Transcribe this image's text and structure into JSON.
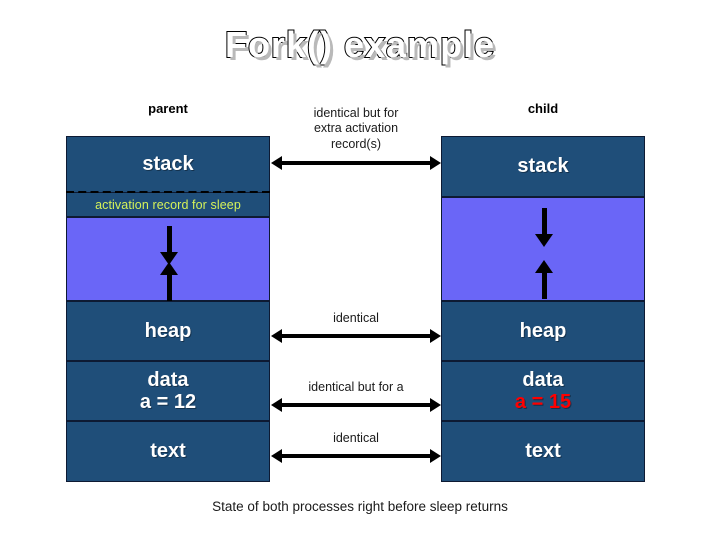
{
  "slide": {
    "title": "Fork() example",
    "caption": "State of both processes right before sleep returns"
  },
  "columns": {
    "parent": {
      "heading": "parent",
      "segments": {
        "stack": "stack",
        "activation_record": "activation record for sleep",
        "heap": "heap",
        "data": "data",
        "data_value": "a = 12",
        "text": "text"
      }
    },
    "child": {
      "heading": "child",
      "segments": {
        "stack": "stack",
        "heap": "heap",
        "data": "data",
        "data_value": "a = 15",
        "text": "text"
      }
    }
  },
  "connectors": [
    {
      "label": "identical but for\nextra activation\nrecord(s)"
    },
    {
      "label": "identical"
    },
    {
      "label": "identical but for a"
    },
    {
      "label": "identical"
    }
  ],
  "colors": {
    "segment_dark": "#1f4e79",
    "free_space": "#6a66f7",
    "activation_record_text": "#d5f25a",
    "changed_value": "#ff0000",
    "segment_border": "#0d1a33"
  }
}
